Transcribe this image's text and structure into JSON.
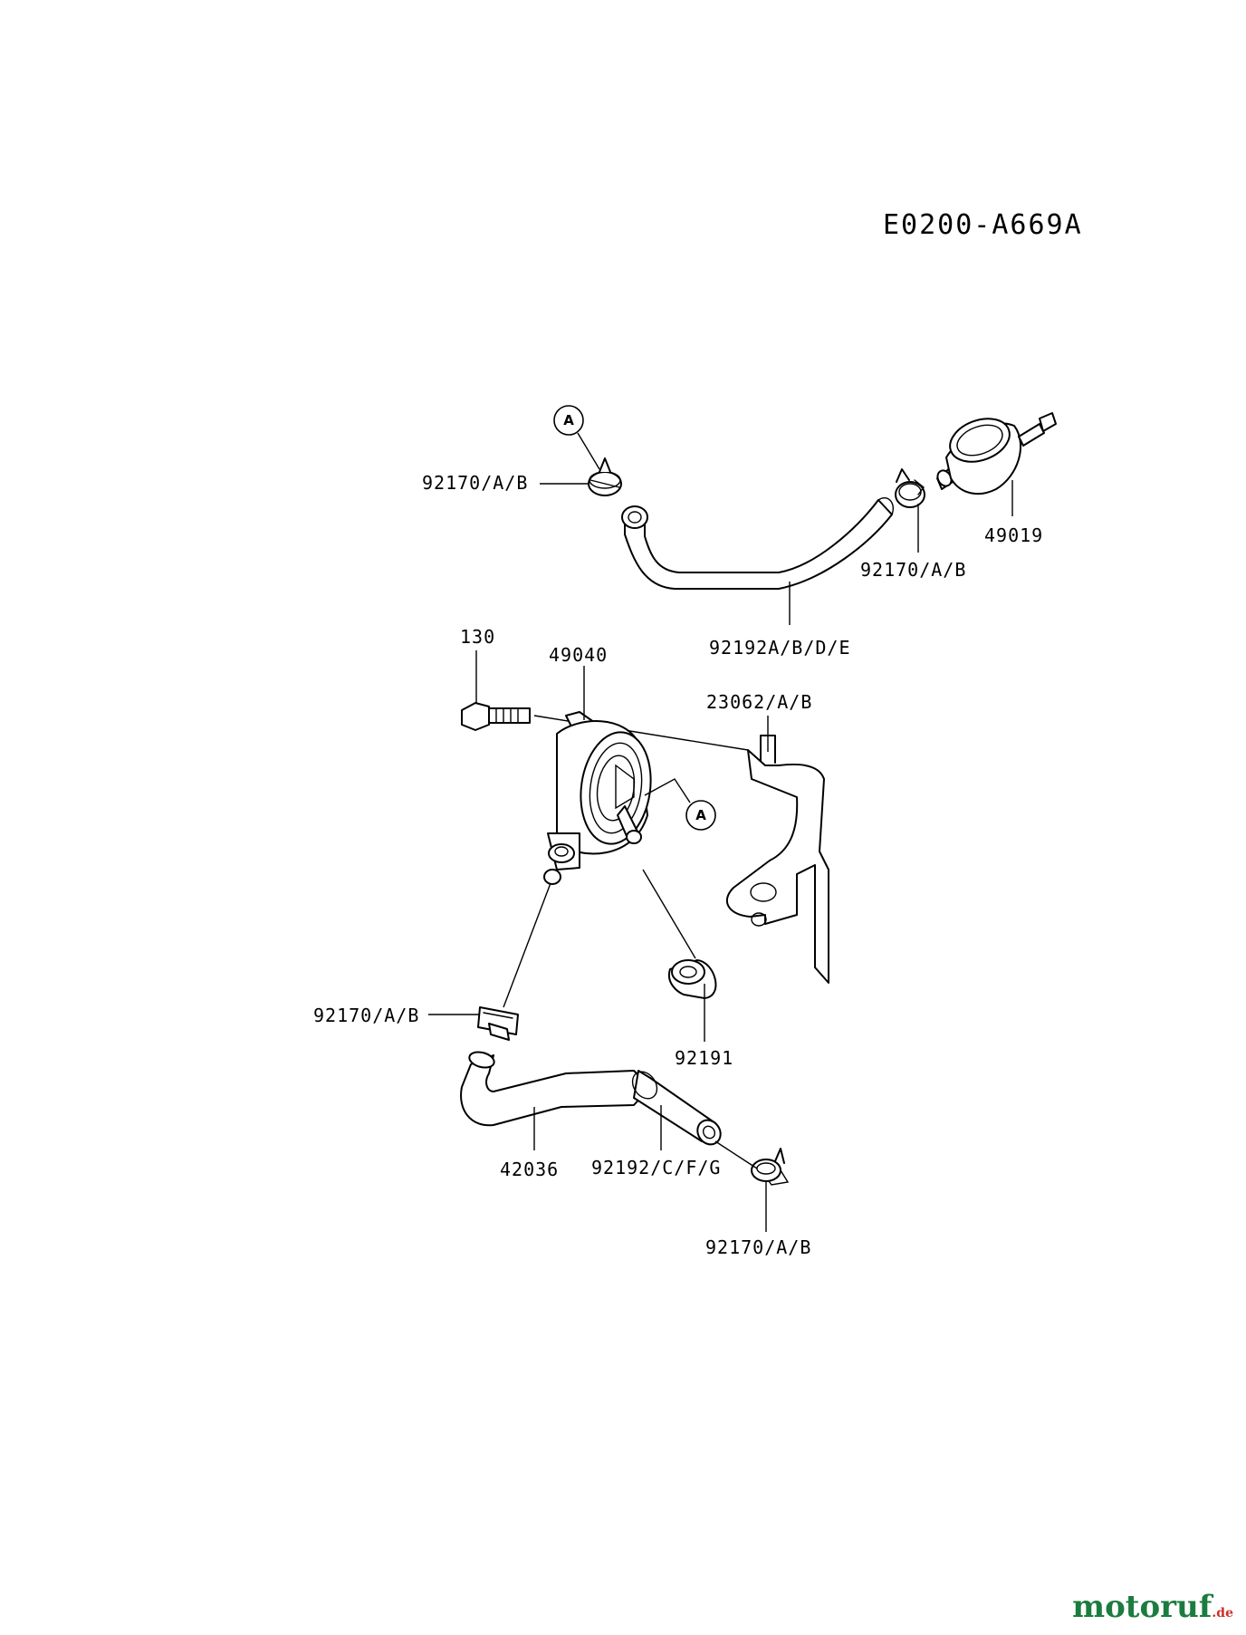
{
  "diagram": {
    "code": "E0200-A669A",
    "labels": {
      "clamp_top": "92170/A/B",
      "clamp_filter": "92170/A/B",
      "filter": "49019",
      "hose_top": "92192A/B/D/E",
      "bolt": "130",
      "pump": "49040",
      "bracket_nut": "23062/A/B",
      "clamp_mid": "92170/A/B",
      "hose_short": "92191",
      "pipe": "42036",
      "hose_bottom": "92192/C/F/G",
      "clamp_bottom": "92170/A/B"
    },
    "callouts": {
      "top": "A",
      "pump": "A"
    }
  },
  "watermark": {
    "main": "motoruf",
    "tld": ".de"
  }
}
